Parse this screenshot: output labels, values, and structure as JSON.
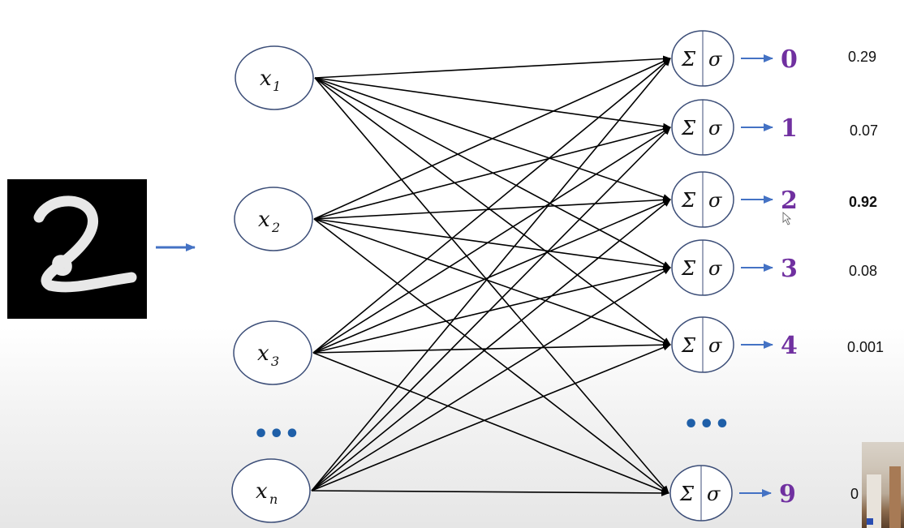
{
  "input_nodes": [
    {
      "base": "x",
      "sub": "1"
    },
    {
      "base": "x",
      "sub": "2"
    },
    {
      "base": "x",
      "sub": "3"
    },
    {
      "base": "x",
      "sub": "n"
    }
  ],
  "input_ellipsis": "•••",
  "output_nodes": [
    {
      "sum": "Σ",
      "act": "σ",
      "digit": "0",
      "prob": "0.29",
      "bold": false
    },
    {
      "sum": "Σ",
      "act": "σ",
      "digit": "1",
      "prob": "0.07",
      "bold": false
    },
    {
      "sum": "Σ",
      "act": "σ",
      "digit": "2",
      "prob": "0.92",
      "bold": true
    },
    {
      "sum": "Σ",
      "act": "σ",
      "digit": "3",
      "prob": "0.08",
      "bold": false
    },
    {
      "sum": "Σ",
      "act": "σ",
      "digit": "4",
      "prob": "0.001",
      "bold": false
    },
    {
      "sum": "Σ",
      "act": "σ",
      "digit": "9",
      "prob": "0",
      "bold": false
    }
  ],
  "output_ellipsis": "•••",
  "colors": {
    "digit": "#7030a0",
    "arrow": "#4472c4",
    "ellipsis": "#1f5fa8",
    "node_stroke": "#3c4e78",
    "edge": "#000000"
  },
  "input_image": {
    "description_icon": "mnist-digit-image",
    "digit_shown": "2"
  }
}
